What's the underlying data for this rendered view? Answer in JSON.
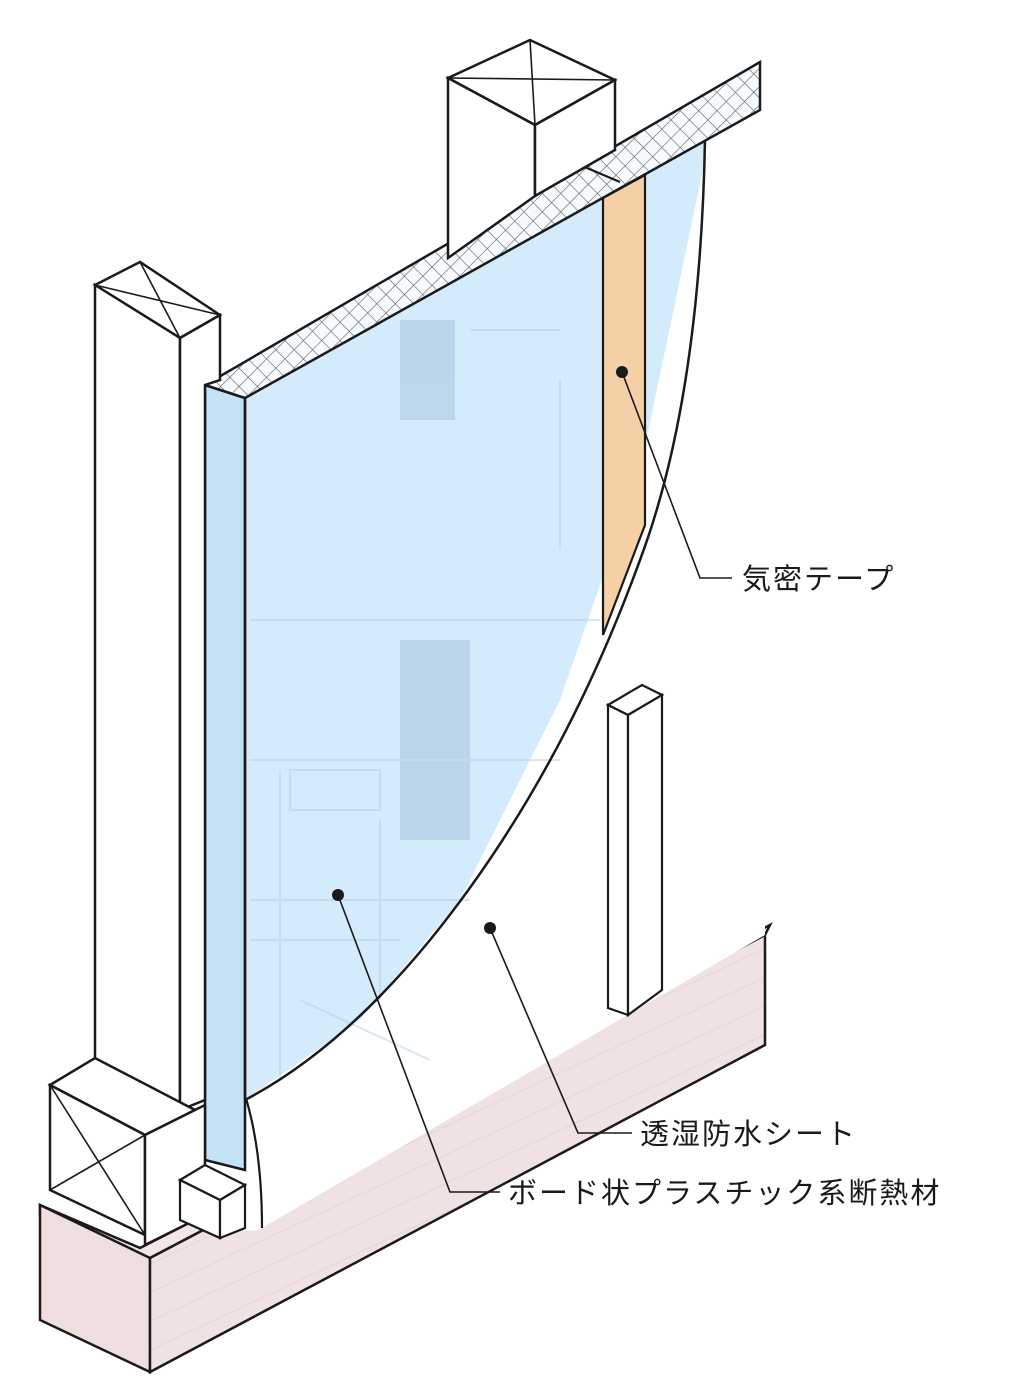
{
  "labels": {
    "airtight_tape": "気密テープ",
    "moisture_sheet": "透湿防水シート",
    "board_insulation": "ボード状プラスチック系断熱材"
  },
  "colors": {
    "insulation": "#d3ebfa",
    "insulation_edge": "#c4e2f6",
    "tape": "#f5cfa6",
    "foundation": "#f0e2e2",
    "foundation_hatch": "#e4d2d2",
    "ghost": "#b9d3e6",
    "ghost_block": "#a9c6dd",
    "stroke": "#1a1a1a",
    "crosshatch": "#555555",
    "white": "#ffffff"
  }
}
